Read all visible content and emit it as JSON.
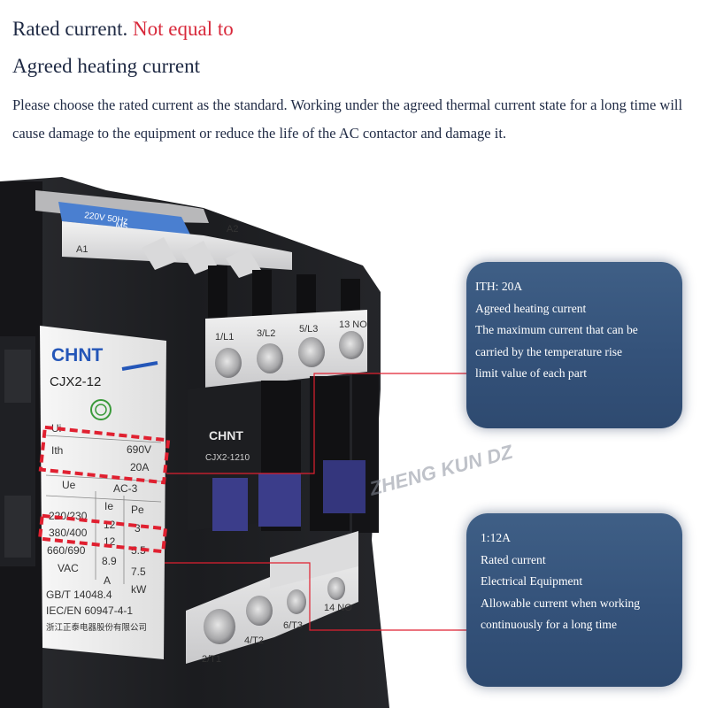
{
  "header": {
    "line1_black": "Rated current.",
    "line1_red": "Not equal to",
    "line2": "Agreed heating current",
    "paragraph": "Please choose the rated current as the standard. Working under the agreed thermal current state for a long time will cause damage to the equipment or reduce the life of the AC contactor and damage it."
  },
  "product": {
    "brand": "CHNT",
    "model": "CJX2-12",
    "coil_label_1": "220V 50Hz",
    "coil_label_2": "M5",
    "side_brand": "CHNT",
    "side_model": "CJX2-1210",
    "watermark": "ZHENG KUN DZ",
    "top_terminals": [
      "A1",
      "A2"
    ],
    "input_terminals": [
      "1/L1",
      "3/L2",
      "5/L3",
      "13 NO"
    ],
    "output_terminals": [
      "2/T1",
      "4/T2",
      "6/T3",
      "14 NO"
    ],
    "spec_table": {
      "ui": "Ui",
      "ui_value": "690V",
      "ith": "Ith",
      "ith_value": "20A",
      "ue": "Ue",
      "ac": "AC-3",
      "ie": "Ie",
      "pe": "Pe",
      "rows": [
        {
          "v": "220/230",
          "ie": "12",
          "pe": "3"
        },
        {
          "v": "380/400",
          "ie": "12",
          "pe": "5.5"
        },
        {
          "v": "660/690",
          "ie": "8.9",
          "pe": "7.5"
        }
      ],
      "units": {
        "v": "VAC",
        "ie": "A",
        "pe": "kW"
      },
      "std1": "GB/T 14048.4",
      "std2": "IEC/EN 60947-4-1",
      "maker": "浙江正泰电器股份有限公司"
    }
  },
  "callouts": [
    {
      "lines": [
        "ITH: 20A",
        "Agreed heating current",
        "The maximum current that can be",
        "carried by the temperature rise",
        "limit value of each part"
      ]
    },
    {
      "lines": [
        "1:12A",
        "Rated current",
        "Electrical Equipment",
        "Allowable current when working",
        "continuously for a long time"
      ]
    }
  ],
  "colors": {
    "accent_red": "#d8283a",
    "callout_bg": "#3a5a82",
    "coil_blue": "#4a7fd0",
    "housing": "#1e1f22"
  }
}
